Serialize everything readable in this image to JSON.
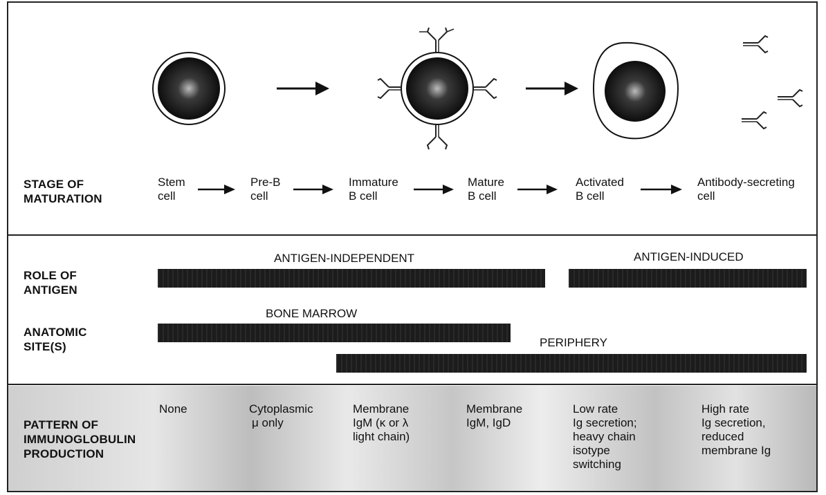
{
  "stage_row": {
    "label_line1": "STAGE OF",
    "label_line2": "MATURATION",
    "stages": [
      {
        "line1": "Stem",
        "line2": "cell"
      },
      {
        "line1": "Pre-B",
        "line2": "cell"
      },
      {
        "line1": "Immature",
        "line2": "B cell"
      },
      {
        "line1": "Mature",
        "line2": "B cell"
      },
      {
        "line1": "Activated",
        "line2": "B cell"
      },
      {
        "line1": "Antibody-secreting",
        "line2": "cell"
      }
    ]
  },
  "role_row": {
    "label_line1": "ROLE OF",
    "label_line2": "ANTIGEN",
    "bar1_label": "ANTIGEN-INDEPENDENT",
    "bar2_label": "ANTIGEN-INDUCED"
  },
  "site_row": {
    "label_line1": "ANATOMIC",
    "label_line2": "SITE(S)",
    "bar1_label": "BONE MARROW",
    "bar2_label": "PERIPHERY"
  },
  "ig_row": {
    "label_line1": "PATTERN OF",
    "label_line2": "IMMUNOGLOBULIN",
    "label_line3": "PRODUCTION",
    "cells": [
      {
        "lines": [
          "None"
        ]
      },
      {
        "lines": [
          "Cytoplasmic",
          "μ only"
        ]
      },
      {
        "lines": [
          "Membrane",
          "IgM (κ or λ",
          "light chain)"
        ]
      },
      {
        "lines": [
          "Membrane",
          "IgM, IgD"
        ]
      },
      {
        "lines": [
          "Low rate",
          "Ig secretion;",
          "heavy chain",
          "isotype",
          "switching"
        ]
      },
      {
        "lines": [
          "High rate",
          "Ig secretion,",
          "reduced",
          "membrane Ig"
        ]
      }
    ]
  }
}
